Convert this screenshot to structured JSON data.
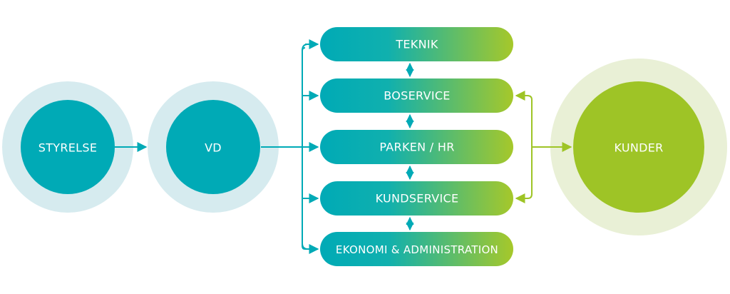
{
  "nodes": {
    "styrelse": {
      "label": "STYRELSE"
    },
    "vd": {
      "label": "VD"
    },
    "kunder": {
      "label": "KUNDER"
    }
  },
  "departments": [
    {
      "label": "TEKNIK"
    },
    {
      "label": "BOSERVICE"
    },
    {
      "label": "PARKEN / HR"
    },
    {
      "label": "KUNDSERVICE"
    },
    {
      "label": "EKONOMI & ADMINISTRATION"
    }
  ],
  "colors": {
    "teal": "#00aab6",
    "teal_light": "#d6ebef",
    "green": "#9ec426",
    "green_light": "#e9f0d6",
    "gradient_end": "#a6c82a"
  }
}
